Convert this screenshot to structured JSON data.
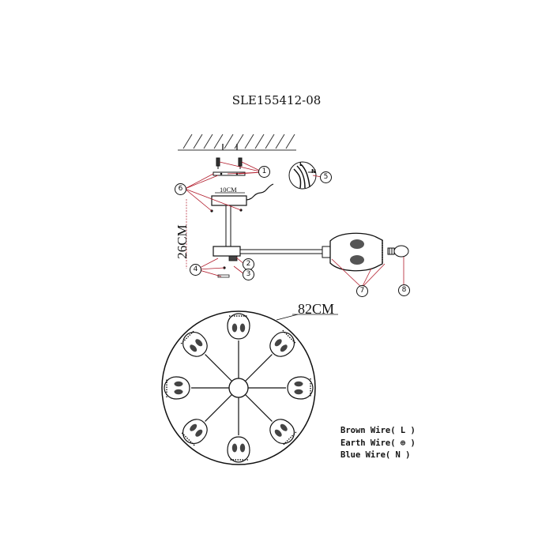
{
  "title": "SLE155412-08",
  "dimensions": {
    "canopy_width": "10CM",
    "height": "26CM",
    "diameter": "82CM"
  },
  "callouts": [
    "1",
    "2",
    "3",
    "4",
    "5",
    "6",
    "7",
    "8"
  ],
  "wire_label_letters": {
    "live": "L",
    "neutral": "N"
  },
  "legend": [
    {
      "label": "Brown Wire( L )"
    },
    {
      "label": "Earth Wire( ⊕ )"
    },
    {
      "label": "Blue Wire( N )"
    }
  ],
  "colors": {
    "line": "#111111",
    "leader": "#b11a2a",
    "background": "#ffffff"
  }
}
